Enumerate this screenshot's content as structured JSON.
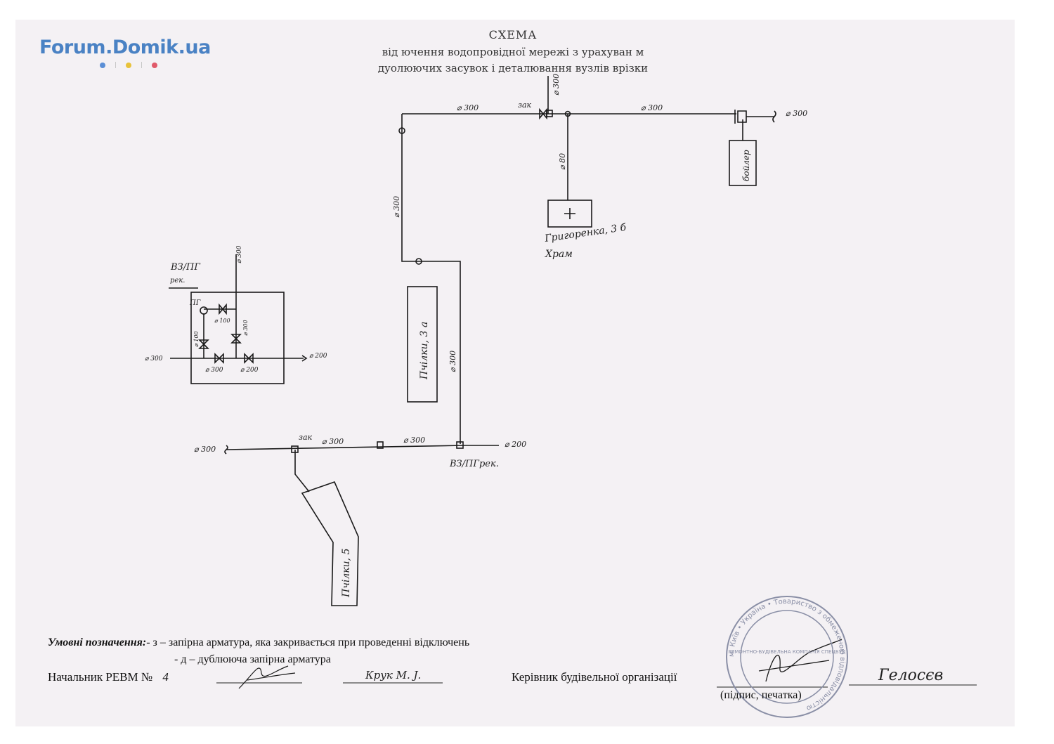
{
  "watermark": {
    "text": "Forum.Domik.ua",
    "dots": [
      "#5b8fd6",
      "#e8c23a",
      "#e05a6a"
    ]
  },
  "title": {
    "line1": "СХЕМА",
    "line2": "від   ючення водопровідної мережі з урахуван   м",
    "line3": "дуолюючих засувок і деталювання вузлів врізки"
  },
  "diagram": {
    "pipe_labels": {
      "top_left_run": "⌀ 300",
      "top_valve": "зак",
      "top_branch": "⌀ 300",
      "top_right_run": "⌀ 300",
      "right_end": "⌀ 300",
      "down_to_house": "⌀ 80",
      "left_vertical": "⌀ 300",
      "right_vertical": "⌀ 300",
      "bottom_left_end": "⌀ 300",
      "bottom_valve": "зак",
      "bottom_mid_1": "⌀ 300",
      "bottom_mid_2": "⌀ 300",
      "bottom_right_end": "⌀ 200",
      "hydrant_label": "ВЗ/ПГрек."
    },
    "buildings": {
      "boiler": "бойлер",
      "house": "Григоренка, 3 б",
      "church": "Храм",
      "pchilky_3a": "Пчілки, 3 а",
      "pchilky_5": "Пчілки, 5"
    },
    "detail": {
      "title": "ВЗ/ПГ",
      "subtitle": "рек.",
      "pg_label": "ПГ",
      "d300_top": "⌀ 300",
      "d100": "⌀ 100",
      "d120": "⌀ 100",
      "d300_v": "⌀ 300",
      "left_end": "⌀ 300",
      "right_end": "⌀ 200",
      "bottom_1": "⌀ 300",
      "bottom_2": "⌀ 200"
    }
  },
  "legend": {
    "label": "Умовні позначення:",
    "line1": "- з – запірна арматура, яка закривається при проведенні відключень",
    "line2": "- д – дублююча запірна арматура"
  },
  "signatures": {
    "left_label": "Начальник РЕВМ №",
    "left_number": "4",
    "left_name": "Крук М. Ј.",
    "right_label": "Керівник будівельної організації",
    "right_name": "Гелосєв",
    "note": "(підпис, печатка)"
  },
  "stamp": {
    "ring_text": "м. Київ • Україна • Товариство з обмеженою відповідальністю",
    "center_text": "РЕМОНТНО-БУДІВЕЛЬНА КОМПАНІЯ СПЕЦБУД"
  }
}
